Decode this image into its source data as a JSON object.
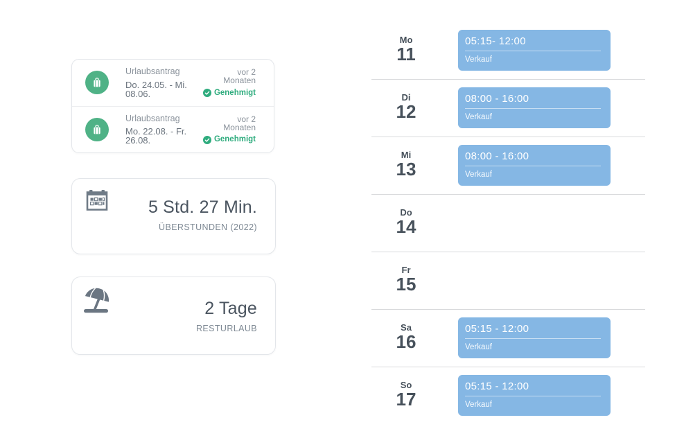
{
  "colors": {
    "shift_blue": "#85b7e4",
    "request_icon_green": "#4fb286",
    "status_green": "#2fac7e",
    "day_label": "#47515b"
  },
  "summary": {
    "requests": [
      {
        "title": "Urlaubsantrag",
        "date_range": "Do. 24.05. - Mi. 08.06.",
        "age": "vor 2 Monaten",
        "status": "Genehmigt"
      },
      {
        "title": "Urlaubsantrag",
        "date_range": "Mo. 22.08. - Fr. 26.08.",
        "age": "vor 2 Monaten",
        "status": "Genehmigt"
      }
    ],
    "overtime": {
      "value": "5 Std. 27 Min.",
      "label": "ÜBERSTUNDEN (2022)"
    },
    "vacation": {
      "value": "2 Tage",
      "label": "RESTURLAUB"
    }
  },
  "schedule": {
    "days": [
      {
        "weekday": "Mo",
        "day": "11",
        "shift": {
          "time": "05:15- 12:00",
          "label": "Verkauf"
        }
      },
      {
        "weekday": "Di",
        "day": "12",
        "shift": {
          "time": "08:00 - 16:00",
          "label": "Verkauf"
        }
      },
      {
        "weekday": "Mi",
        "day": "13",
        "shift": {
          "time": "08:00 - 16:00",
          "label": "Verkauf"
        }
      },
      {
        "weekday": "Do",
        "day": "14",
        "shift": null
      },
      {
        "weekday": "Fr",
        "day": "15",
        "shift": null
      },
      {
        "weekday": "Sa",
        "day": "16",
        "shift": {
          "time": "05:15 - 12:00",
          "label": "Verkauf"
        }
      },
      {
        "weekday": "So",
        "day": "17",
        "shift": {
          "time": "05:15 - 12:00",
          "label": "Verkauf"
        }
      }
    ]
  }
}
